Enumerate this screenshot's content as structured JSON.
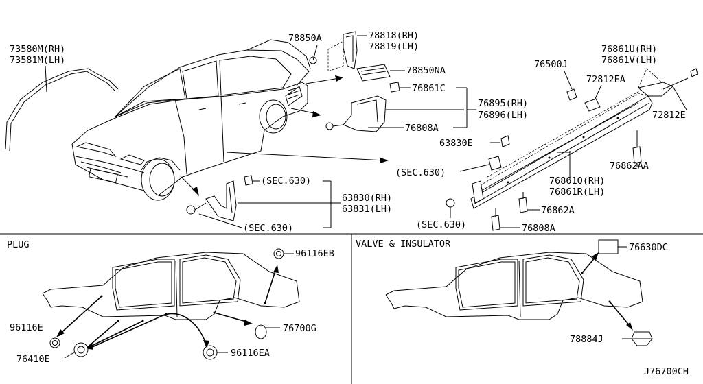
{
  "top_labels": {
    "molding_rh": "73580M(RH)",
    "molding_lh": "73581M(LH)",
    "clip_78850a": "78850A",
    "guard_rh_78818": "78818(RH)",
    "guard_lh_78819": "78819(LH)",
    "grille_78850na": "78850NA",
    "clip_76861c": "76861C",
    "protector_rh_76895": "76895(RH)",
    "protector_lh_76896": "76896(LH)",
    "screw_76808a_top": "76808A",
    "sill_cover_rh_76861u": "76861U(RH)",
    "sill_cover_lh_76861v": "76861V(LH)",
    "clip_76500j": "76500J",
    "clip_72812ea": "72812EA",
    "clip_72812e": "72812E",
    "clip_63830e": "63830E",
    "sec630_mid": "(SEC.630)",
    "sill_rh_76861q": "76861Q(RH)",
    "sill_lh_76861r": "76861R(LH)",
    "clip_76862aa": "76862AA",
    "clip_76862a": "76862A",
    "screw_76808a_bottom": "76808A",
    "sec630_bottom_right": "(SEC.630)",
    "sec630_front_top": "(SEC.630)",
    "mudguard_rh_63830": "63830(RH)",
    "mudguard_lh_63831": "63831(LH)",
    "sec630_front_bottom": "(SEC.630)"
  },
  "plug_panel": {
    "title": "PLUG",
    "plug_96116eb": "96116EB",
    "plug_96116e": "96116E",
    "plug_76700g": "76700G",
    "plug_76410e": "76410E",
    "plug_96116ea": "96116EA"
  },
  "valve_panel": {
    "title": "VALVE & INSULATOR",
    "insulator_76630dc": "76630DC",
    "valve_78884j": "78884J"
  },
  "diagram_code": "J76700CH"
}
